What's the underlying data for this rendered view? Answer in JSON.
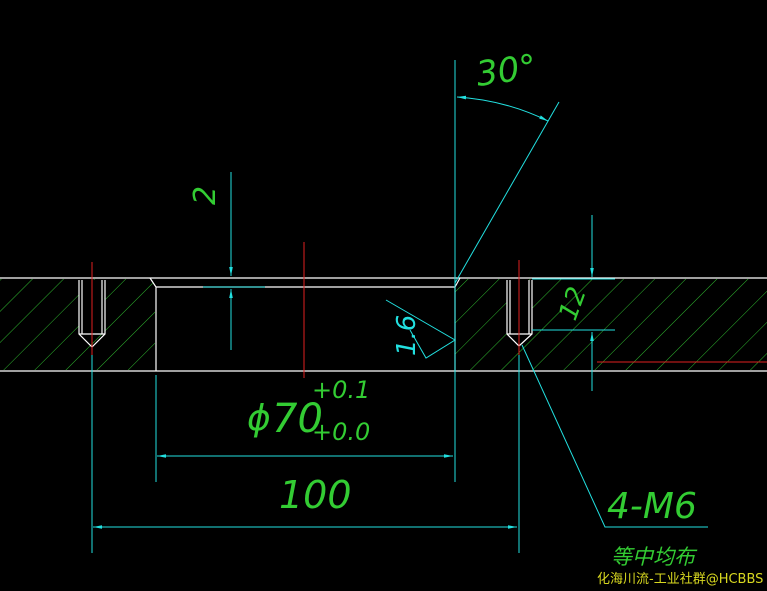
{
  "drawing": {
    "dimensions": {
      "chamfer_angle": "30°",
      "recess_depth": "2",
      "diameter_symbol": "ϕ",
      "diameter_value": "70",
      "tolerance_upper": "+0.1",
      "tolerance_lower": "+0.0",
      "span_width": "100",
      "hole_depth": "12",
      "thread_callout": "4-M6",
      "thread_note": "等中均布"
    },
    "surface_finish": "1.6",
    "colors": {
      "background": "#000000",
      "outline": "#ffffff",
      "dimension_line": "#22e0e0",
      "dimension_text": "#33cc33",
      "centerline": "#e02020",
      "hatch": "#2fb82f"
    }
  },
  "watermark": {
    "text": "化海川流-工业社群@HCBBS"
  }
}
